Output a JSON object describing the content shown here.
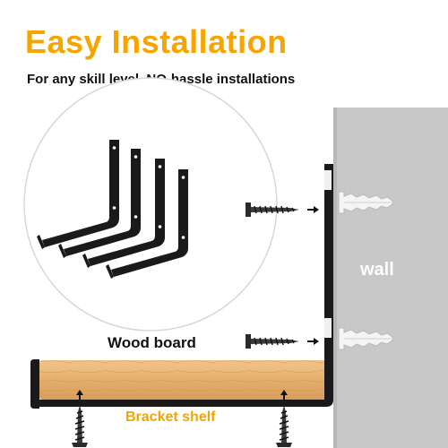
{
  "header": {
    "title": "Easy Installation",
    "subtitle": "For any skill level, NO-hassle installations"
  },
  "labels": {
    "wall": "wall",
    "wood_board": "Wood board",
    "bracket_shelf": "Bracket shelf"
  },
  "colors": {
    "accent": "#F7A400",
    "wall": "#C8C8C8",
    "bracket": "#1A1A1A",
    "wood": "#E6B070"
  },
  "icons": {
    "product": "bracket-set-icon",
    "fastener": "screw-icon",
    "anchor": "wall-anchor-icon",
    "direction": "arrow-right-icon"
  }
}
